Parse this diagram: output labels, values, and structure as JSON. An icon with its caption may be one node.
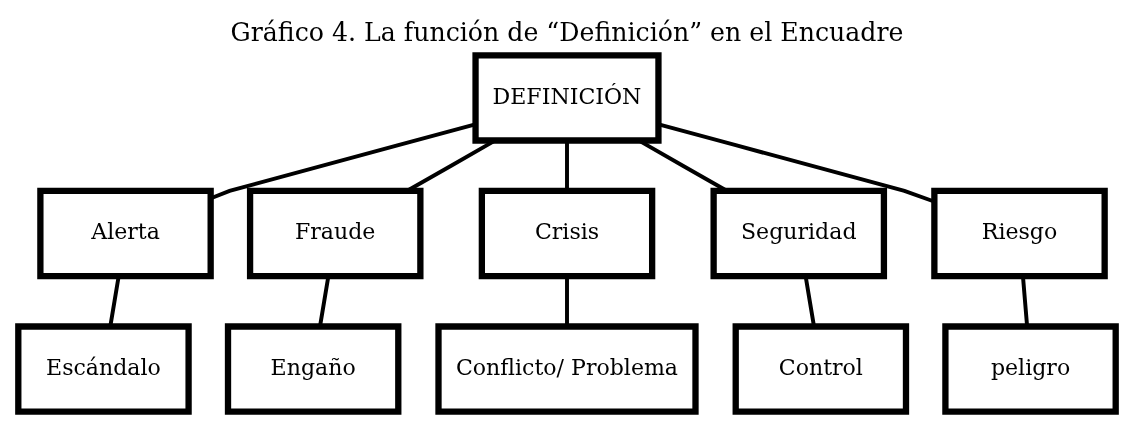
{
  "diagram": {
    "title": "Gráfico 4. La función de “Definición” en el Encuadre",
    "nodes": [
      {
        "text": [
          "DEFINICIÓN"
        ]
      },
      {
        "text": [
          "Alerta"
        ]
      },
      {
        "text": [
          "Fraude"
        ]
      },
      {
        "text": [
          "Crisis"
        ]
      },
      {
        "text": [
          "Seguridad"
        ]
      },
      {
        "text": [
          "Riesgo"
        ]
      },
      {
        "text": [
          "Escándalo"
        ]
      },
      {
        "text": [
          "Engaño"
        ]
      },
      {
        "text": [
          "Conflicto/ Problema"
        ]
      },
      {
        "text": [
          "Control"
        ]
      },
      {
        "text": [
          "peligro"
        ]
      }
    ],
    "edges": [
      {
        "from": 0,
        "to": 1,
        "arrow": "none"
      },
      {
        "from": 0,
        "to": 2,
        "arrow": "none"
      },
      {
        "from": 0,
        "to": 3,
        "arrow": "none"
      },
      {
        "from": 0,
        "to": 4,
        "arrow": "none"
      },
      {
        "from": 0,
        "to": 5,
        "arrow": "none"
      },
      {
        "from": 1,
        "to": 6,
        "arrow": "none"
      },
      {
        "from": 2,
        "to": 7,
        "arrow": "none"
      },
      {
        "from": 3,
        "to": 8,
        "arrow": "none"
      },
      {
        "from": 4,
        "to": 9,
        "arrow": "none"
      },
      {
        "from": 5,
        "to": 10,
        "arrow": "none"
      }
    ]
  }
}
